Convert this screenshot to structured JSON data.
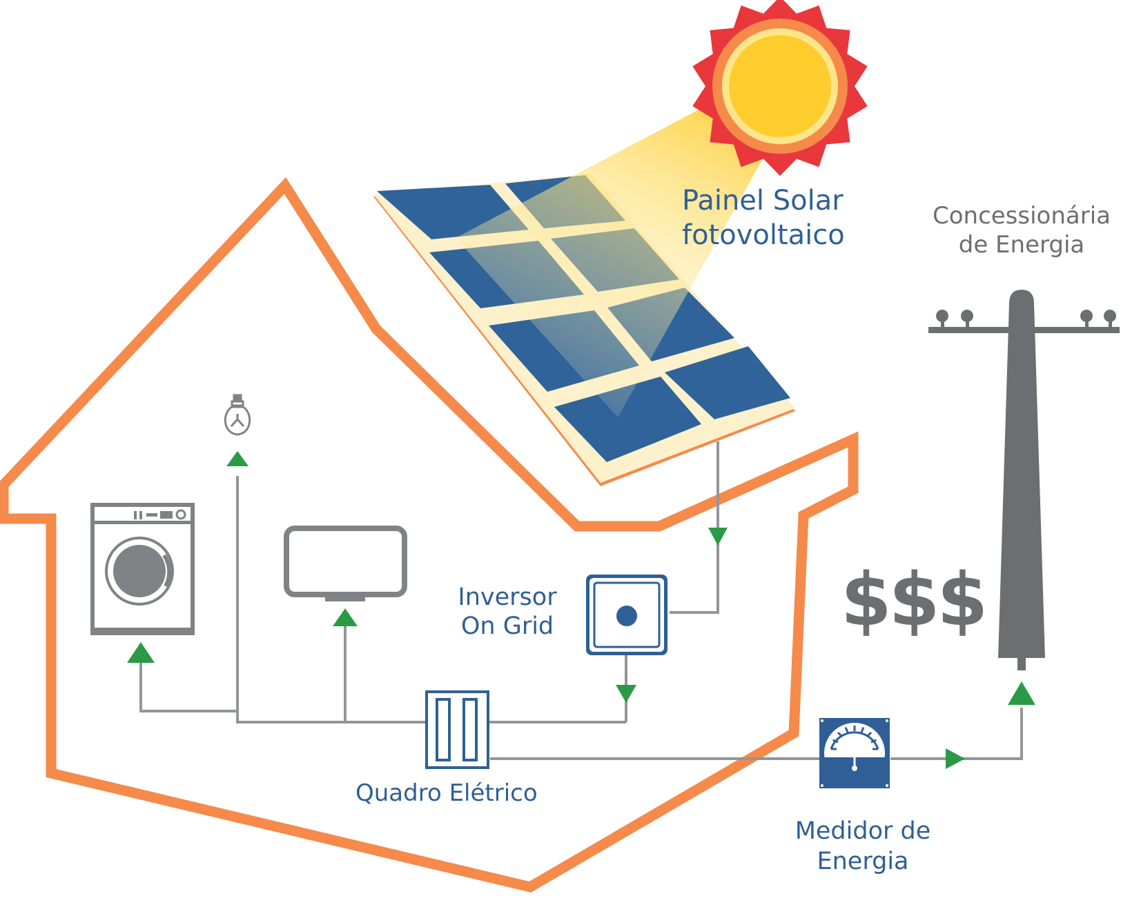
{
  "labels": {
    "solar_panel_line1": "Painel Solar",
    "solar_panel_line2": "fotovoltaico",
    "utility_line1": "Concessionária",
    "utility_line2": "de Energia",
    "inverter_line1": "Inversor",
    "inverter_line2": "On Grid",
    "money": "$$$",
    "breaker_panel": "Quadro Elétrico",
    "meter_line1": "Medidor de",
    "meter_line2": "Energia"
  },
  "colors": {
    "house_outline": "#f58a4b",
    "panel_cell": "#2f6399",
    "panel_frame": "#fdf1cc",
    "sun_outer": "#e8383c",
    "sun_ring": "#f58a4b",
    "sun_core": "#fdcd2d",
    "label_blue": "#2f5f96",
    "label_gray": "#6d6e71",
    "wire": "#939598",
    "arrow": "#2a9a47",
    "appliance": "#808285",
    "pole": "#6d6e71"
  },
  "icons": [
    "sun-icon",
    "solar-panel-icon",
    "light-bulb-icon",
    "washing-machine-icon",
    "tv-icon",
    "inverter-icon",
    "breaker-panel-icon",
    "energy-meter-icon",
    "utility-pole-icon"
  ]
}
